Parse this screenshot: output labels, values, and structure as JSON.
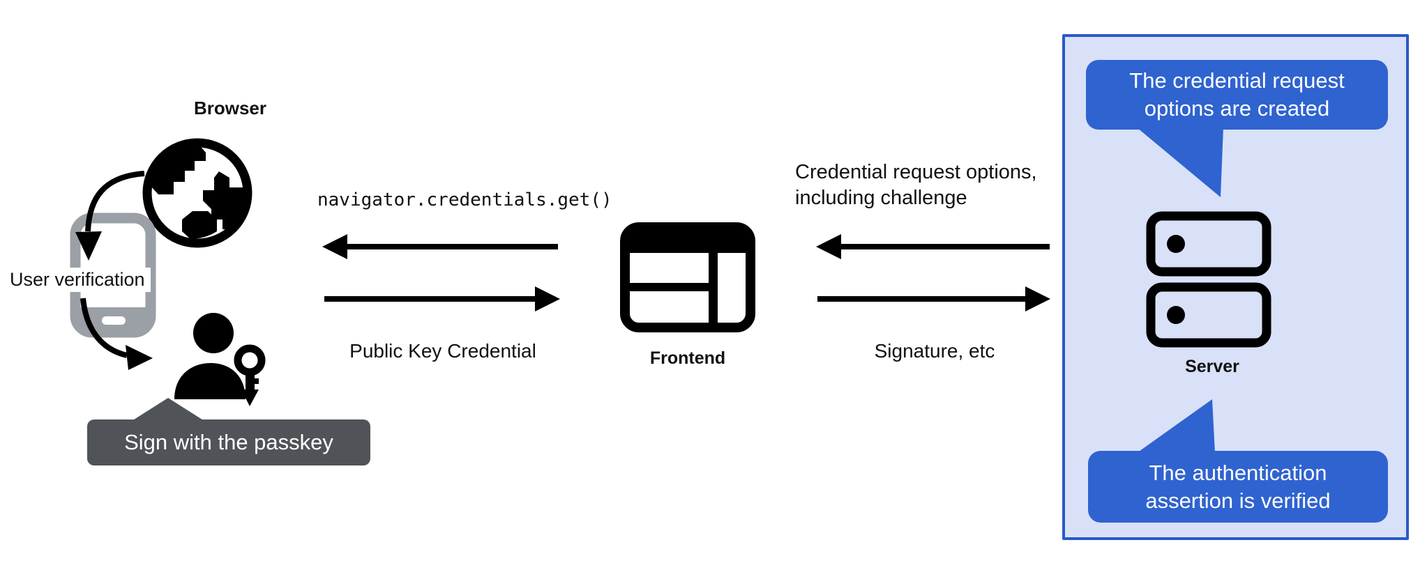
{
  "title": "Passkey authentication flow diagram",
  "colors": {
    "blue": "#2f63d0",
    "blue_border": "#2b59c9",
    "light_blue": "#d9e1f9",
    "gray": "#9aa0a6",
    "tooltip_gray": "#505357",
    "ink": "#111111"
  },
  "icons": {
    "browser": "globe-icon",
    "device": "smartphone-icon",
    "user": "person-with-key-icon",
    "frontend": "browser-window-icon",
    "server": "server-stack-icon"
  },
  "browser": {
    "label": "Browser",
    "user_verification_label": "User verification",
    "passkey_tooltip": "Sign with the passkey"
  },
  "frontend": {
    "label": "Frontend"
  },
  "server": {
    "label": "Server",
    "top_bubble": {
      "line1": "The credential request",
      "line2": "options are created"
    },
    "bottom_bubble": {
      "line1": "The authentication",
      "line2": "assertion is verified"
    }
  },
  "messages": {
    "browser_frontend": {
      "call": "navigator.credentials.get()",
      "response": "Public Key Credential"
    },
    "frontend_server": {
      "request_line1": "Credential request options,",
      "request_line2": "including challenge",
      "response": "Signature, etc"
    }
  }
}
